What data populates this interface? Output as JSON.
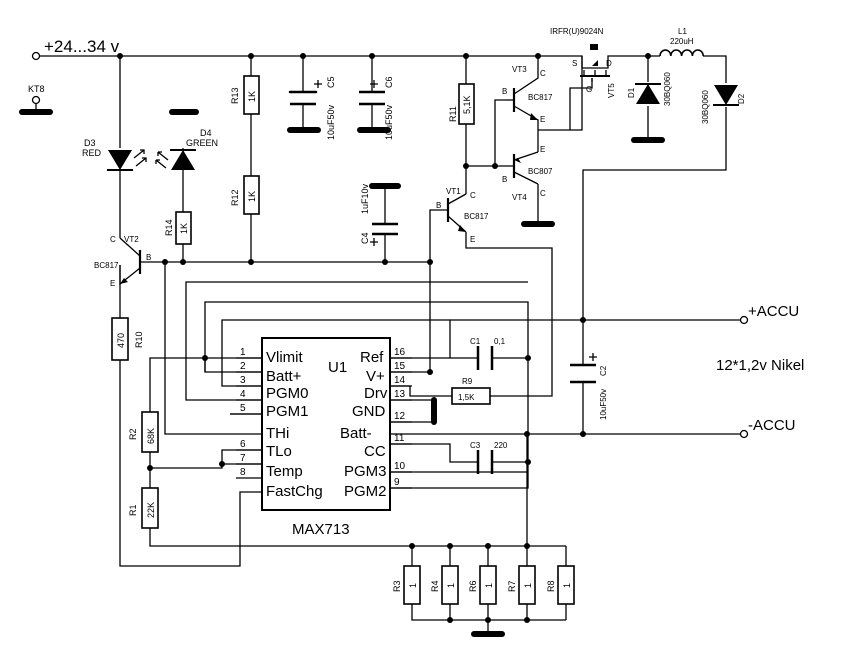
{
  "supply": "+24...34 v",
  "test_point": "KT8",
  "accu_plus": "+ACCU",
  "accu_minus": "-ACCU",
  "battery_note": "12*1,2v Nikel",
  "ic": {
    "ref": "U1",
    "part": "MAX713",
    "pins_left": [
      {
        "num": "1",
        "name": "Vlimit"
      },
      {
        "num": "2",
        "name": "Batt+"
      },
      {
        "num": "3",
        "name": "PGM0"
      },
      {
        "num": "4",
        "name": "PGM1"
      },
      {
        "num": "5",
        "name": "THi"
      },
      {
        "num": "6",
        "name": "TLo"
      },
      {
        "num": "7",
        "name": "Temp"
      },
      {
        "num": "8",
        "name": "FastChg"
      }
    ],
    "pins_right": [
      {
        "num": "16",
        "name": "Ref"
      },
      {
        "num": "15",
        "name": "V+"
      },
      {
        "num": "14",
        "name": "Drv"
      },
      {
        "num": "13",
        "name": "GND"
      },
      {
        "num": "12",
        "name": "Batt-"
      },
      {
        "num": "11",
        "name": "CC"
      },
      {
        "num": "10",
        "name": "PGM3"
      },
      {
        "num": "9",
        "name": "PGM2"
      }
    ]
  },
  "components": {
    "D3": {
      "ref": "D3",
      "value": "RED"
    },
    "D4": {
      "ref": "D4",
      "value": "GREEN"
    },
    "R14": {
      "ref": "R14",
      "value": "1K"
    },
    "R13": {
      "ref": "R13",
      "value": "1K"
    },
    "R12": {
      "ref": "R12",
      "value": "1K"
    },
    "C5": {
      "ref": "C5",
      "value": "10uF50v"
    },
    "C6": {
      "ref": "C6",
      "value": "10uF50v"
    },
    "C4": {
      "ref": "C4",
      "value": "1uF10v"
    },
    "R11": {
      "ref": "R11",
      "value": "5,1K"
    },
    "VT1": {
      "ref": "VT1",
      "value": "BC817"
    },
    "VT2": {
      "ref": "VT2",
      "value": "BC817"
    },
    "VT3": {
      "ref": "VT3",
      "value": "BC817"
    },
    "VT4": {
      "ref": "VT4",
      "value": "BC807"
    },
    "VT5": {
      "ref": "VT5",
      "value": "IRFR(U)9024N"
    },
    "L1": {
      "ref": "L1",
      "value": "220uH"
    },
    "D1": {
      "ref": "D1",
      "value": "30BQ060"
    },
    "D2": {
      "ref": "D2",
      "value": "30BQ060"
    },
    "C1": {
      "ref": "C1",
      "value": "0,1"
    },
    "C3": {
      "ref": "C3",
      "value": "220"
    },
    "C2": {
      "ref": "C2",
      "value": "10uF50v"
    },
    "R9": {
      "ref": "R9",
      "value": "1,5K"
    },
    "R10": {
      "ref": "R10",
      "value": "470"
    },
    "R2": {
      "ref": "R2",
      "value": "68K"
    },
    "R1": {
      "ref": "R1",
      "value": "22K"
    },
    "R3": {
      "ref": "R3",
      "value": "1"
    },
    "R4": {
      "ref": "R4",
      "value": "1"
    },
    "R6": {
      "ref": "R6",
      "value": "1"
    },
    "R7": {
      "ref": "R7",
      "value": "1"
    },
    "R8": {
      "ref": "R8",
      "value": "1"
    }
  },
  "transistor_pins": {
    "b": "B",
    "c": "C",
    "e": "E"
  },
  "mosfet_pins": {
    "g": "G",
    "s": "S",
    "d": "D"
  }
}
